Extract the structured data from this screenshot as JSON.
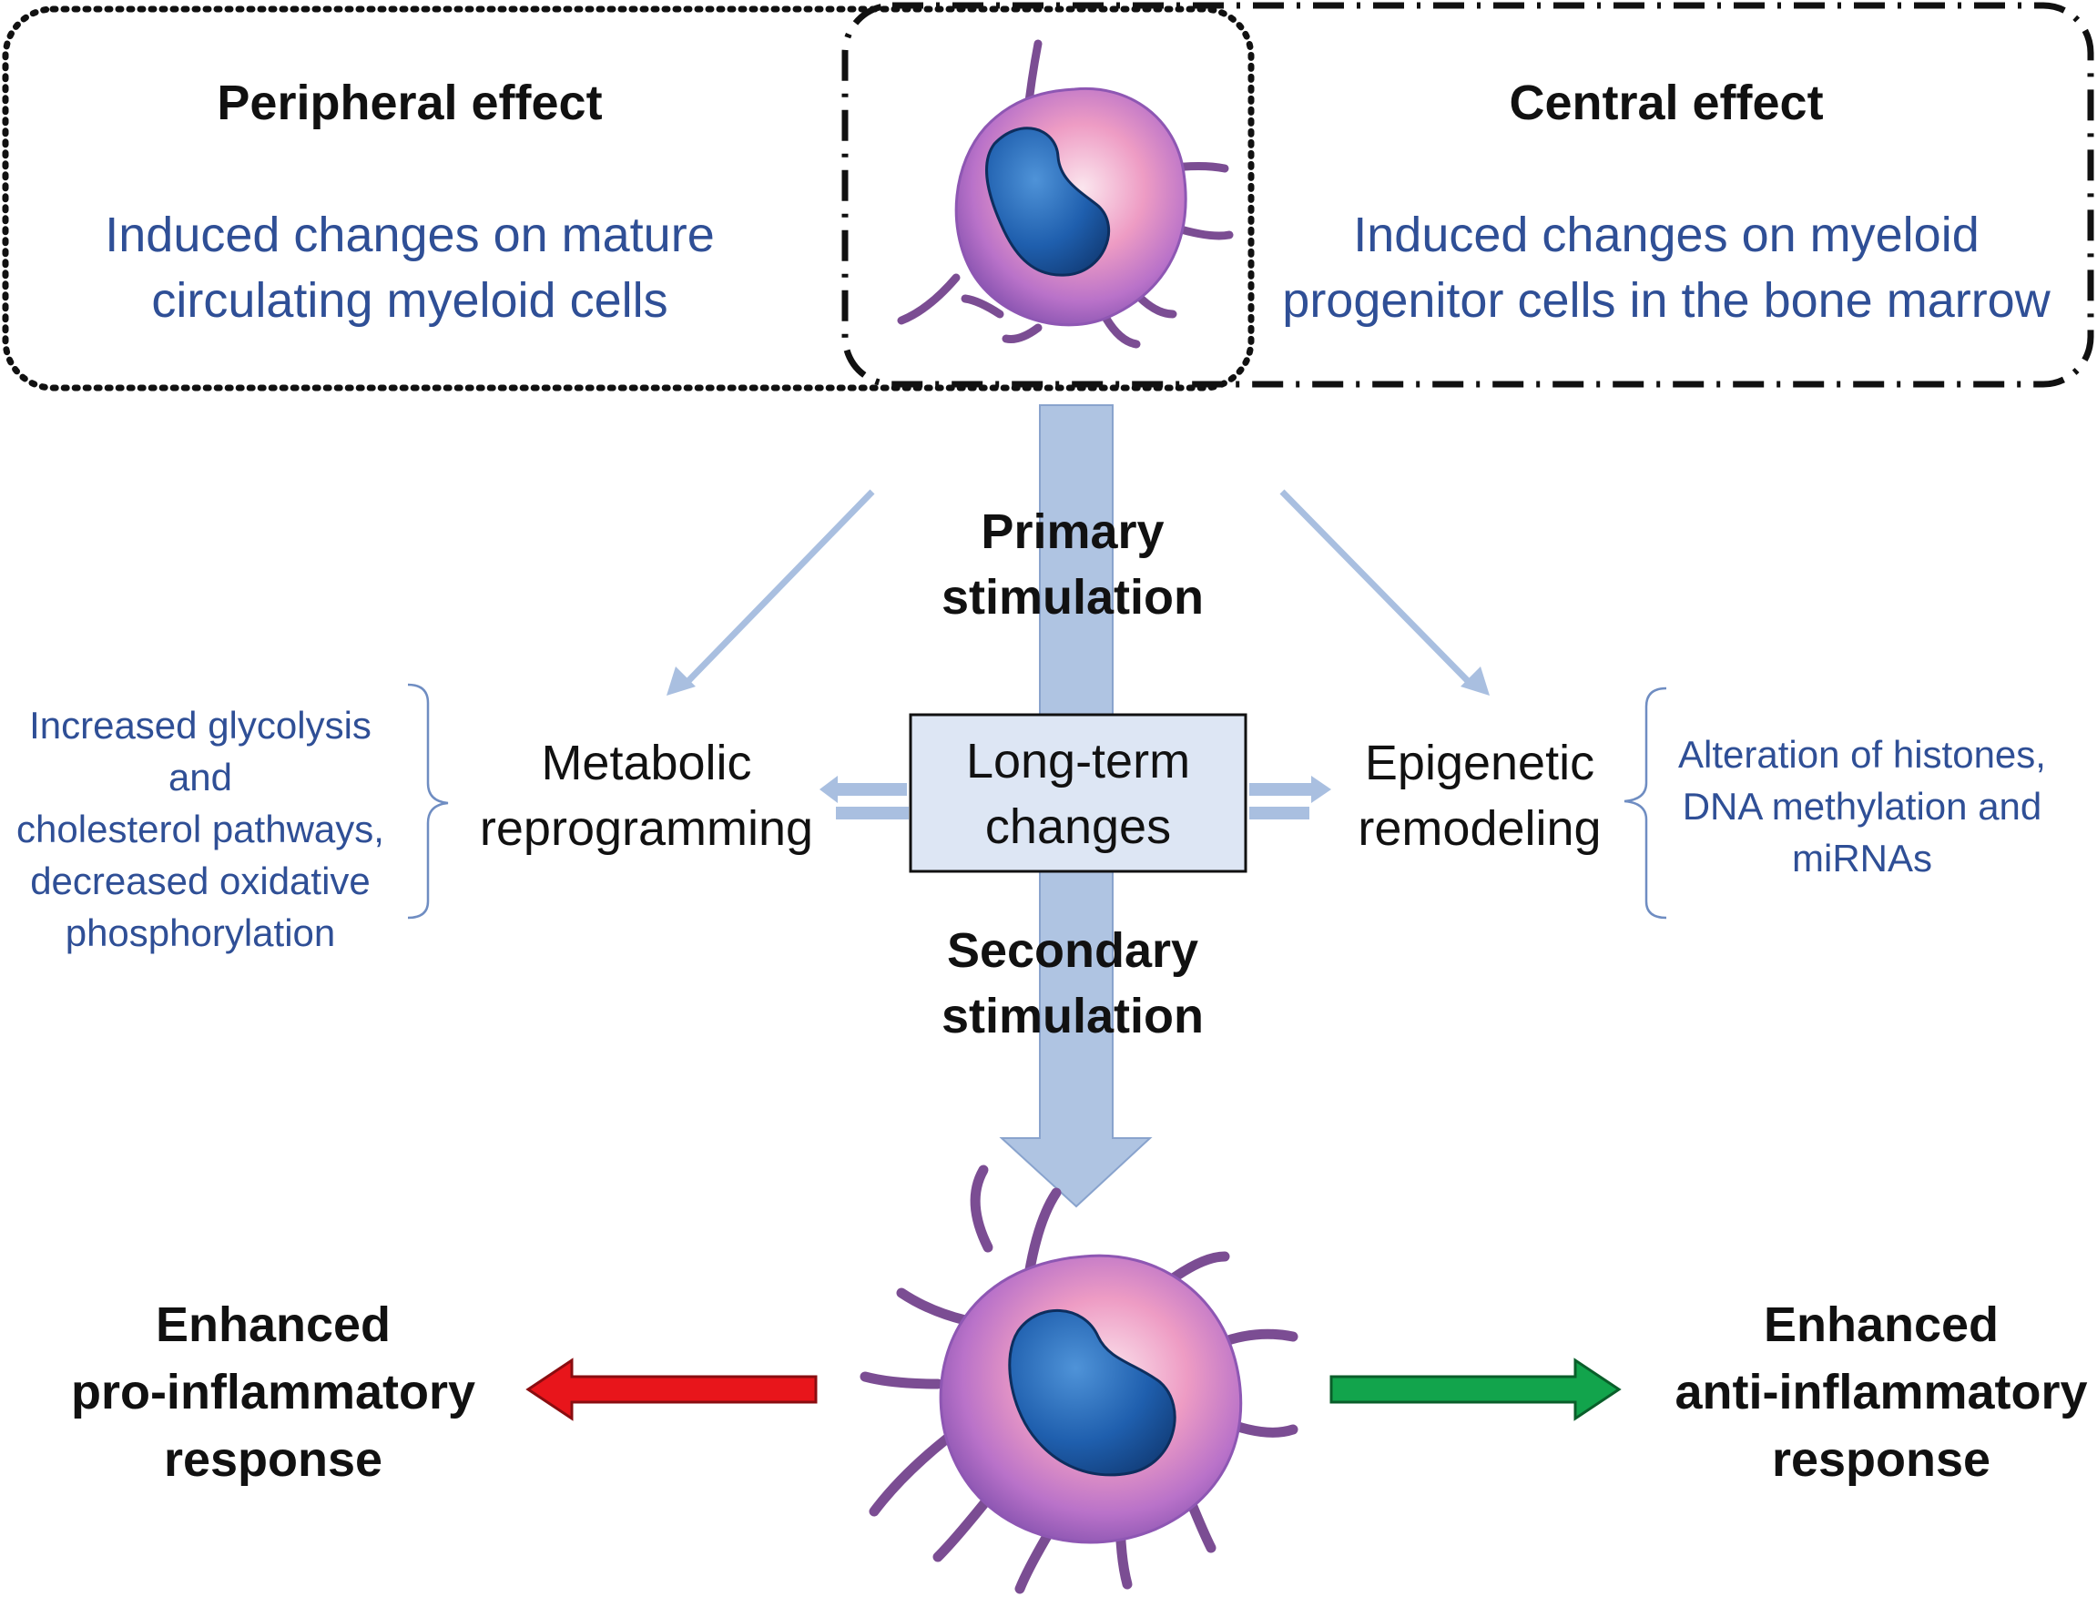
{
  "top": {
    "peripheral": {
      "title": "Peripheral effect",
      "line1": "Induced changes on mature",
      "line2": "circulating myeloid cells"
    },
    "central": {
      "title": "Central effect",
      "line1": "Induced changes on myeloid",
      "line2": "progenitor cells in the bone marrow"
    }
  },
  "center": {
    "primary": [
      "Primary",
      "stimulation"
    ],
    "box": [
      "Long-term",
      "changes"
    ],
    "secondary": [
      "Secondary",
      "stimulation"
    ]
  },
  "metabolic": {
    "label": [
      "Metabolic",
      "reprogramming"
    ],
    "note": [
      "Increased glycolysis and",
      "cholesterol pathways,",
      "decreased oxidative",
      "phosphorylation"
    ]
  },
  "epigenetic": {
    "label": [
      "Epigenetic",
      "remodeling"
    ],
    "note": [
      "Alteration of histones,",
      "DNA methylation and",
      "miRNAs"
    ]
  },
  "outcomes": {
    "pro": [
      "Enhanced",
      "pro-inflammatory",
      "response"
    ],
    "anti": [
      "Enhanced",
      "anti-inflammatory",
      "response"
    ]
  },
  "colors": {
    "arrow_blue": "#a9bfe0",
    "pro_arrow": "#e8151b",
    "anti_arrow": "#12a44c",
    "box_fill": "#dde6f4",
    "text_blue": "#2f4f96"
  }
}
